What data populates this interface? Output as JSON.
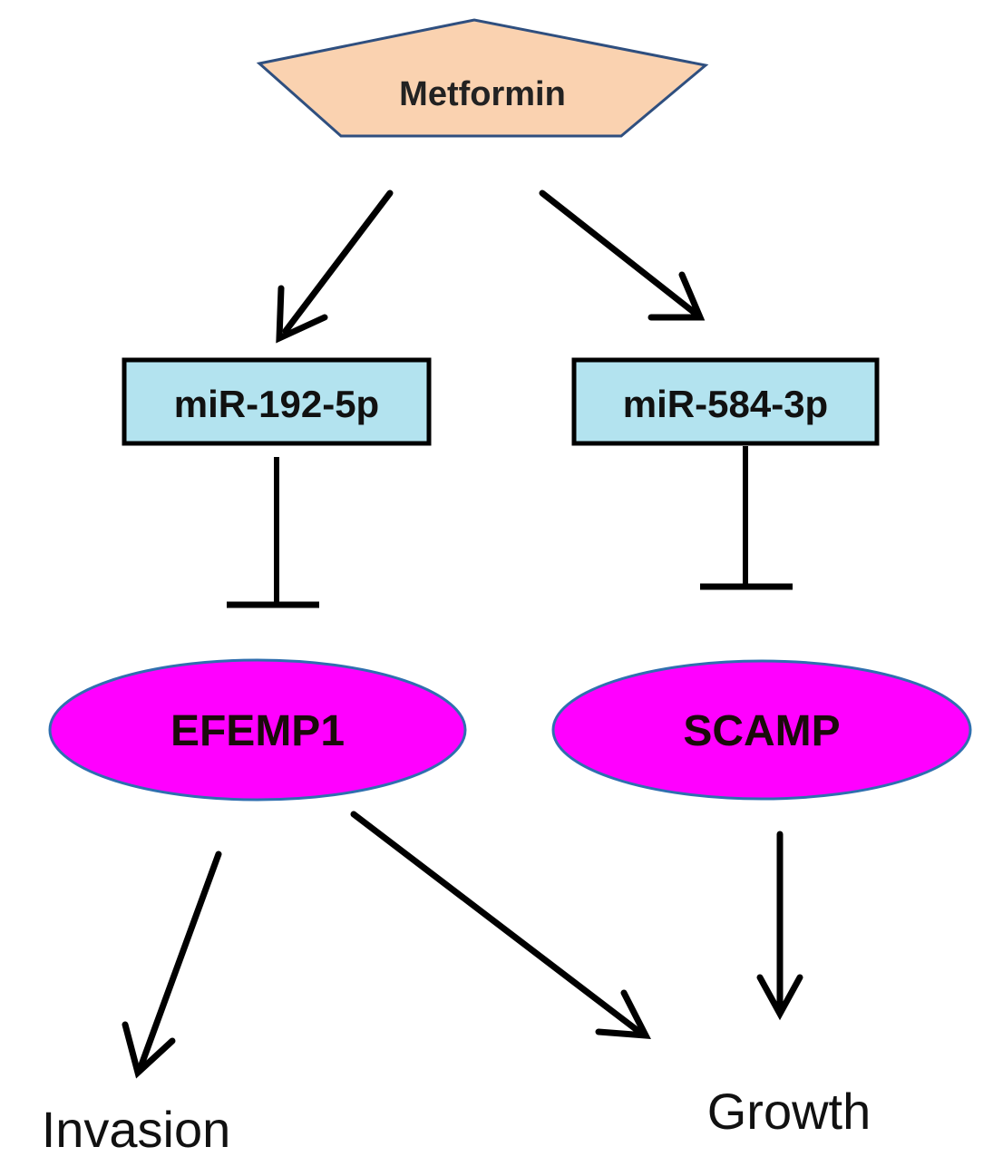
{
  "diagram": {
    "drug": {
      "label": "Metformin",
      "fill": "#FAD2B0",
      "stroke": "#2F4F7F"
    },
    "mirna_left": {
      "label": "miR-192-5p",
      "fill": "#B3E3EF",
      "stroke": "#000000"
    },
    "mirna_right": {
      "label": "miR-584-3p",
      "fill": "#B3E3EF",
      "stroke": "#000000"
    },
    "gene_left": {
      "label": "EFEMP1",
      "fill": "#FF00FF",
      "stroke": "#2F6FAF",
      "text_color": "#1A0A0A"
    },
    "gene_right": {
      "label": "SCAMP",
      "fill": "#FF00FF",
      "stroke": "#2F6FAF",
      "text_color": "#1A0A0A"
    },
    "outcome_left": {
      "label": "Invasion"
    },
    "outcome_right": {
      "label": "Growth"
    },
    "arrow_color": "#000000"
  }
}
